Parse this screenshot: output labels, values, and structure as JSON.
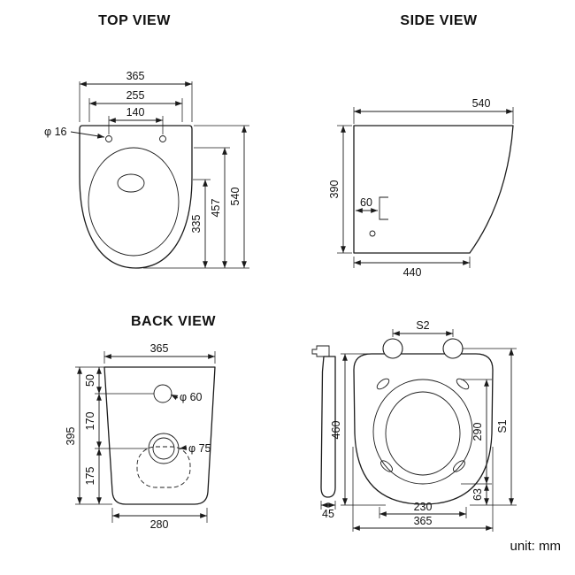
{
  "unit_label": "unit: mm",
  "top_view": {
    "title": "TOP VIEW",
    "width_overall": "365",
    "width_seat_holes": "255",
    "width_tank_holes": "140",
    "mount_hole_dia": "φ 16",
    "depth_overall": "540",
    "depth_to_holes": "457",
    "bowl_length": "335"
  },
  "side_view": {
    "title": "SIDE VIEW",
    "depth_top": "540",
    "height": "390",
    "bracket_offset": "60",
    "depth_bottom": "440"
  },
  "back_view": {
    "title": "BACK VIEW",
    "width_top": "365",
    "seg_top": "50",
    "seg_mid": "170",
    "seg_bottom": "175",
    "height_overall": "395",
    "inlet_dia": "φ 60",
    "outlet_dia": "φ 75",
    "width_bottom": "280"
  },
  "seat_view": {
    "hinge_spacing": "S2",
    "lid_length": "460",
    "overall_length": "S1",
    "opening_length": "290",
    "rear_offset": "63",
    "inner_width": "230",
    "lid_width": "365",
    "side_width": "45"
  }
}
